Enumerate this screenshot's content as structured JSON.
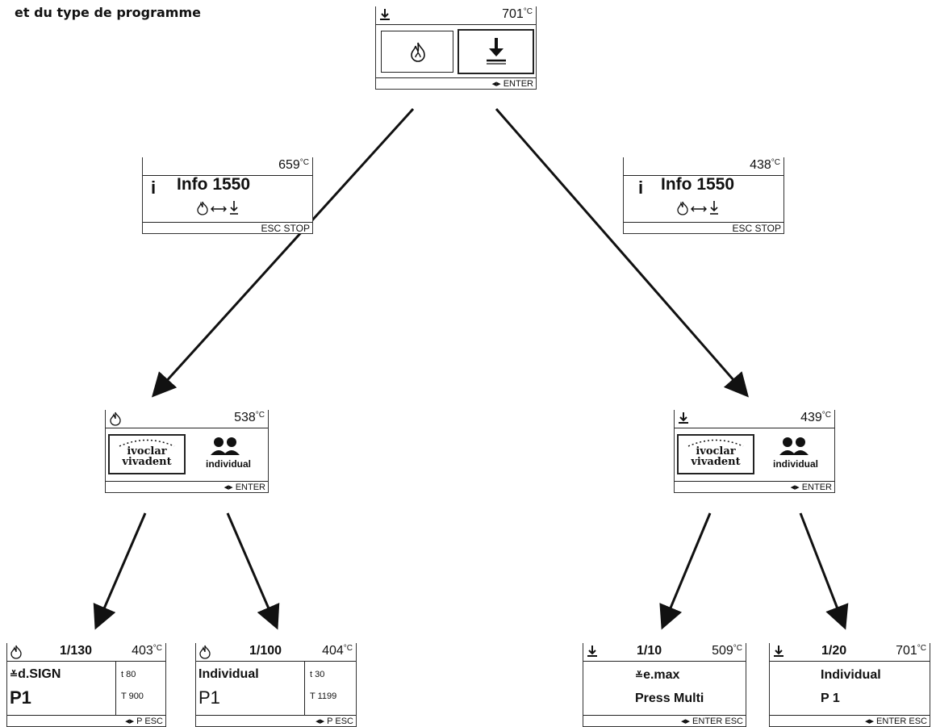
{
  "heading": "et du type de programme",
  "screens": {
    "top": {
      "temp": "701",
      "unit": "°C",
      "footer": "◂▸ ENTER"
    },
    "info_left": {
      "temp": "659",
      "unit": "°C",
      "title": "Info 1550",
      "footer": "ESC STOP"
    },
    "info_right": {
      "temp": "438",
      "unit": "°C",
      "title": "Info 1550",
      "footer": "ESC STOP"
    },
    "mid_left": {
      "temp": "538",
      "unit": "°C",
      "logo_line1": "ivoclar",
      "logo_line2": "vivadent",
      "individual": "individual",
      "footer": "◂▸ ENTER"
    },
    "mid_right": {
      "temp": "439",
      "unit": "°C",
      "logo_line1": "ivoclar",
      "logo_line2": "vivadent",
      "individual": "individual",
      "footer": "◂▸ ENTER"
    },
    "b1": {
      "prog": "1/130",
      "temp": "403",
      "unit": "°C",
      "name": "d.SIGN",
      "p": "P1",
      "t": "t 80",
      "T": "T 900",
      "footer": "◂▸ P ESC"
    },
    "b2": {
      "prog": "1/100",
      "temp": "404",
      "unit": "°C",
      "name": "Individual",
      "p": "P1",
      "t": "t 30",
      "T": "T 1199",
      "footer": "◂▸ P ESC"
    },
    "b3": {
      "prog": "1/10",
      "temp": "509",
      "unit": "°C",
      "name": "e.max",
      "name2": "Press Multi",
      "footer": "◂▸ ENTER ESC"
    },
    "b4": {
      "prog": "1/20",
      "temp": "701",
      "unit": "°C",
      "name": "Individual",
      "p": "P 1",
      "footer": "◂▸ ENTER ESC"
    }
  },
  "icons": {
    "fire": "flame-icon",
    "press": "press-down-icon",
    "info": "info-icon"
  }
}
